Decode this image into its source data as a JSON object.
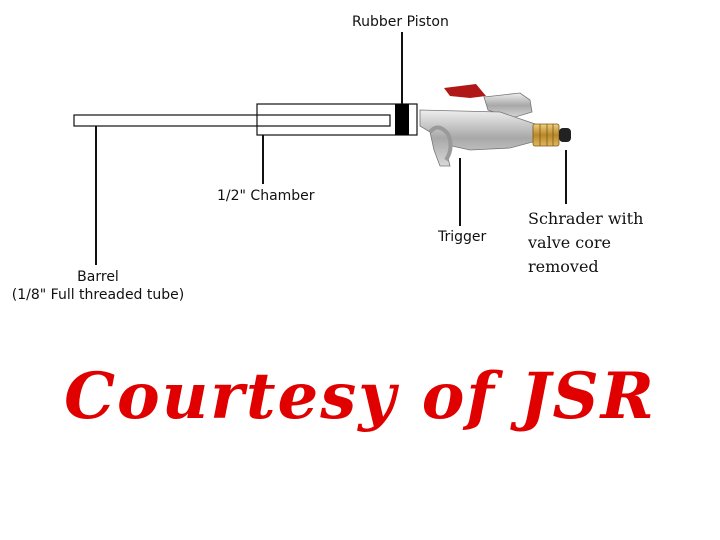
{
  "labels": {
    "rubber_piston": "Rubber Piston",
    "chamber": "1/2\" Chamber",
    "barrel_line1": "Barrel",
    "barrel_line2": "(1/8\" Full threaded tube)",
    "trigger": "Trigger",
    "schrader_line1": "Schrader with",
    "schrader_line2": "valve core",
    "schrader_line3": "removed"
  },
  "watermark": "Courtesy of JSR",
  "colors": {
    "watermark": "#e00000",
    "trigger_lever": "#b01818",
    "gun_body": "#c0c0c0",
    "brass_fitting": "#c99a3a",
    "lines": "#111111"
  }
}
